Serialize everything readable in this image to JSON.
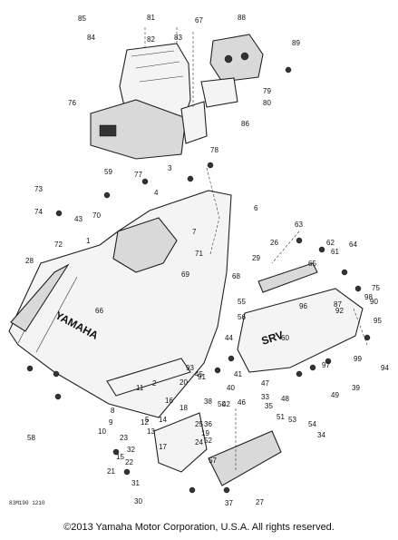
{
  "diagram": {
    "code": "83M190 1210",
    "copyright": "©2013 Yamaha Motor Corporation, U.S.A. All rights reserved.",
    "nameplates": {
      "hood": "YAMAHA",
      "side": "SRV"
    },
    "callouts": [
      "1",
      "2",
      "3",
      "4",
      "5",
      "6",
      "7",
      "8",
      "9",
      "10",
      "11",
      "12",
      "13",
      "14",
      "15",
      "16",
      "17",
      "18",
      "19",
      "20",
      "21",
      "22",
      "23",
      "24",
      "25",
      "26",
      "27",
      "28",
      "29",
      "30",
      "31",
      "32",
      "33",
      "34",
      "35",
      "36",
      "37",
      "38",
      "39",
      "40",
      "41",
      "42",
      "43",
      "44",
      "45",
      "46",
      "47",
      "48",
      "49",
      "50",
      "51",
      "52",
      "53",
      "54",
      "55",
      "56",
      "57",
      "58",
      "59",
      "60",
      "61",
      "62",
      "63",
      "64",
      "65",
      "66",
      "67",
      "68",
      "69",
      "70",
      "71",
      "72",
      "73",
      "74",
      "75",
      "76",
      "77",
      "78",
      "79",
      "80",
      "81",
      "82",
      "83",
      "84",
      "85",
      "86",
      "87",
      "88",
      "89",
      "90",
      "91",
      "92",
      "93",
      "94",
      "95",
      "96",
      "97",
      "98",
      "99"
    ]
  }
}
